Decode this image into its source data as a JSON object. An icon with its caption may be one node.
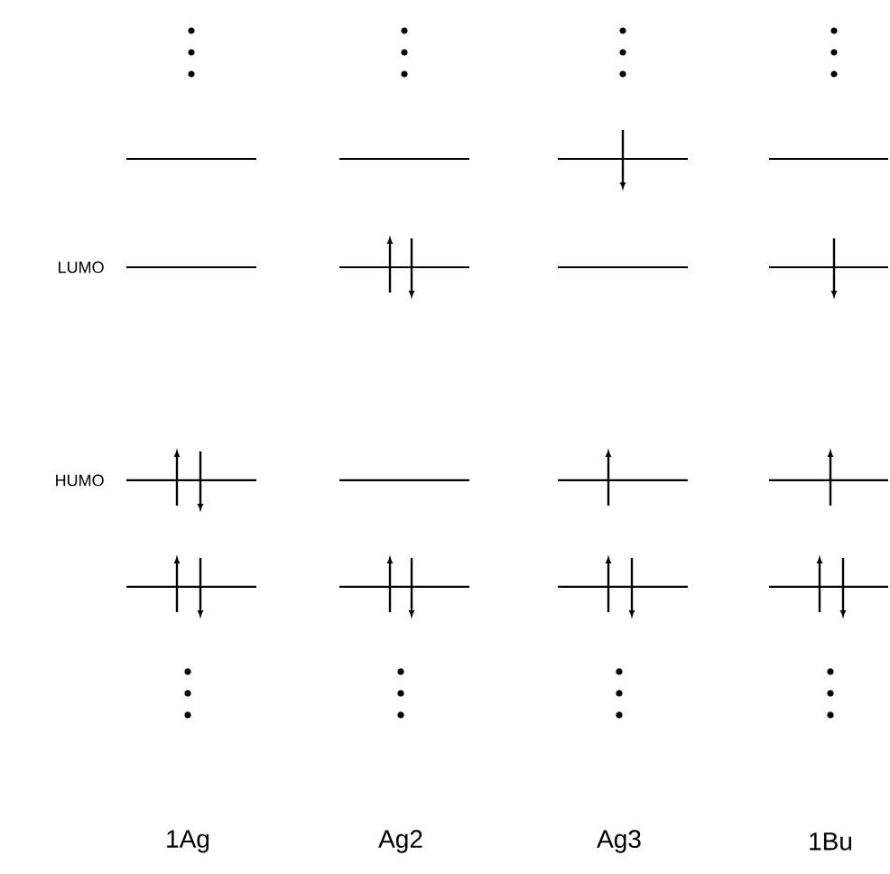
{
  "diagram": {
    "labels": [
      "LUMO",
      "HUMO",
      "1Ag",
      "Ag2",
      "Ag3",
      "1Bu"
    ]
  }
}
